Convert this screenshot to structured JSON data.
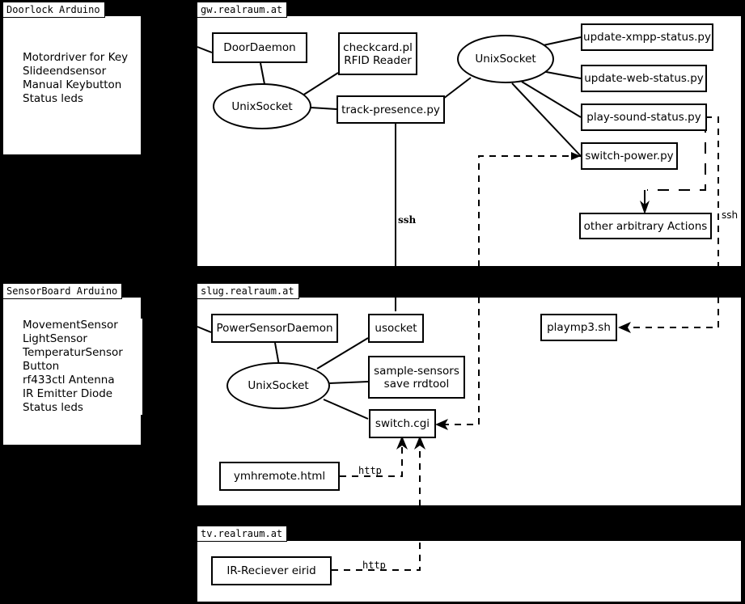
{
  "title": "realraum infrastructure diagram",
  "colors": {
    "background": "#000000",
    "panel": "#ffffff",
    "stroke": "#000000"
  },
  "panels": [
    {
      "id": "doorlock",
      "tab_label": "Doorlock Arduino",
      "items": [
        "Motordriver for Key",
        "Slideendsensor",
        "Manual Keybutton",
        "Status leds"
      ],
      "text": "Motordriver for Key\nSlideendsensor\nManual Keybutton\nStatus leds"
    },
    {
      "id": "sensorboard",
      "tab_label": "SensorBoard Arduino",
      "items": [
        "MovementSensor",
        "LightSensor",
        "TemperaturSensor",
        "Button",
        "rf433ctl Antenna",
        "IR Emitter Diode",
        "Status leds"
      ],
      "text": "MovementSensor\nLightSensor\nTemperaturSensor\nButton\nrf433ctl Antenna\nIR Emitter Diode\nStatus leds"
    },
    {
      "id": "gw",
      "tab_label": "gw.realraum.at"
    },
    {
      "id": "slug",
      "tab_label": "slug.realraum.at"
    },
    {
      "id": "tv",
      "tab_label": "tv.realraum.at"
    }
  ],
  "nodes": {
    "door_daemon": "DoorDaemon",
    "unixsocket_gw_left": "UnixSocket",
    "checkcard": "checkcard.pl\nRFID Reader",
    "track_presence": "track-presence.py",
    "unixsocket_gw_right": "UnixSocket",
    "update_xmpp": "update-xmpp-status.py",
    "update_web": "update-web-status.py",
    "play_sound": "play-sound-status.py",
    "switch_power": "switch-power.py",
    "other_actions": "other arbitrary Actions",
    "power_sensor_daemon": "PowerSensorDaemon",
    "unixsocket_slug": "UnixSocket",
    "usocket": "usocket",
    "sample_sensors": "sample-sensors\nsave rrdtool",
    "switch_cgi": "switch.cgi",
    "playmp3": "playmp3.sh",
    "ymhremote": "ymhremote.html",
    "ir_reciever": "IR-Reciever eirid"
  },
  "edge_labels": {
    "ssh_gw_to_slug": "ssh",
    "ssh_right": "ssh",
    "http_ymhremote": "http",
    "http_ir": "http"
  }
}
